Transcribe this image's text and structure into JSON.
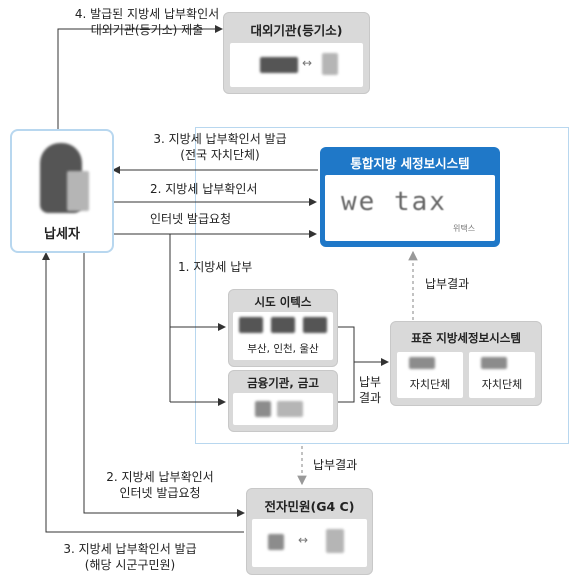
{
  "labels": {
    "step4": "4. 발급된 지방세 납부확인서",
    "step4b": "대외기관(등기소) 제출",
    "step3_top": "3. 지방세 납부확인서 발급",
    "step3_top_b": "(전국 자치단체)",
    "step2_top": "2. 지방세 납부확인서",
    "step2_top_b": "인터넷 발급요청",
    "step1": "1. 지방세 납부",
    "result_up": "납부결과",
    "result_mid_a": "납부",
    "result_mid_b": "결과",
    "result_down": "납부결과",
    "step2_bottom": "2. 지방세 납부확인서",
    "step2_bottom_b": "인터넷 발급요청",
    "step3_bottom": "3. 지방세 납부확인서 발급",
    "step3_bottom_b": "(해당 시군구민원)"
  },
  "boxes": {
    "external": "대외기관(등기소)",
    "taxpayer": "납세자",
    "wetax_title": "통합지방 세정보시스템",
    "wetax_logo": "we tax",
    "wetax_logo_sub": "위택스",
    "sido": "시도 이텍스",
    "sido_cities": "부산, 인천, 울산",
    "finance": "금융기관, 금고",
    "standard": "표준 지방세정보시스템",
    "local1": "자치단체",
    "local2": "자치단체",
    "minwon": "전자민원(G4 C)"
  },
  "colors": {
    "accent_blue": "#1f78c8",
    "region_border": "#b8d7ef",
    "box_gray": "#d9d9d9"
  }
}
